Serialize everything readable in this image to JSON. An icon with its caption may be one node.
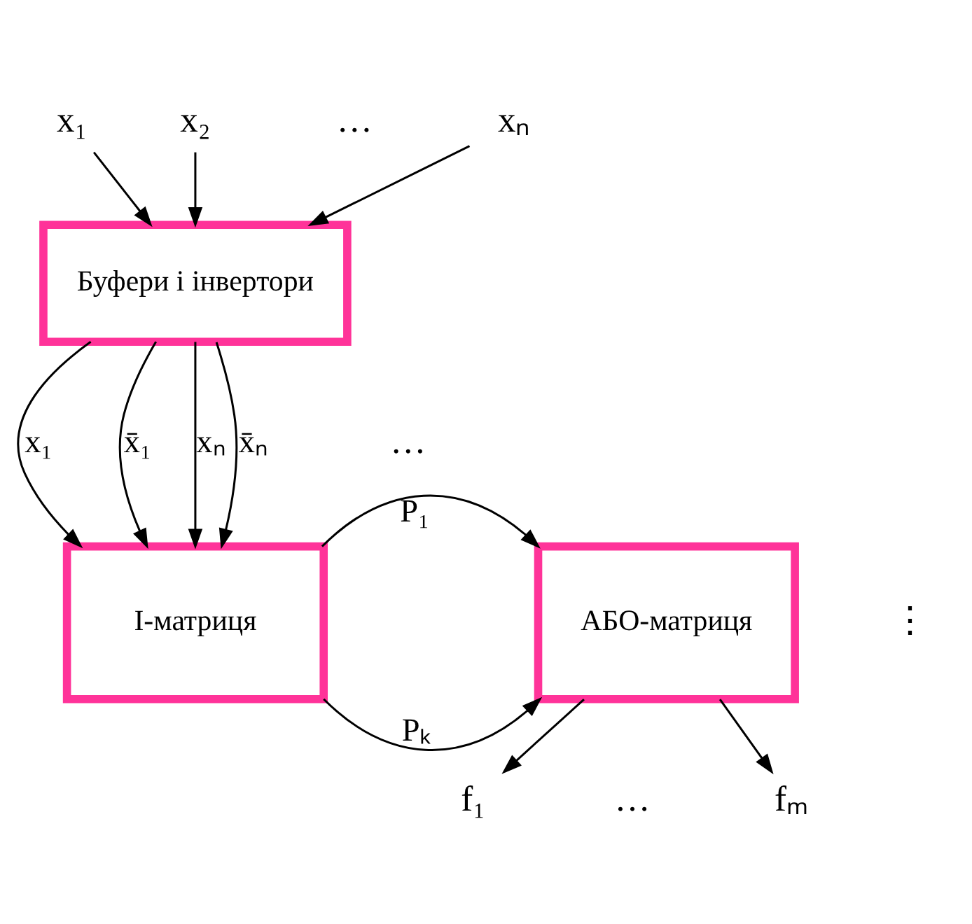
{
  "diagram": {
    "nodes": [
      {
        "text": [
          "x₁"
        ]
      },
      {
        "text": [
          "x₂"
        ]
      },
      {
        "text": [
          "xₙ"
        ]
      },
      {
        "text": [
          "Буфери і інвертори"
        ]
      },
      {
        "text": [
          "І-матриця"
        ]
      },
      {
        "text": [
          "АБО-матриця"
        ]
      },
      {
        "text": [
          "f₁"
        ]
      },
      {
        "text": [
          "fₘ"
        ]
      }
    ],
    "edges": [
      {
        "from": 0,
        "to": 3,
        "arrow": "to"
      },
      {
        "from": 1,
        "to": 3,
        "arrow": "to"
      },
      {
        "from": 2,
        "to": 3,
        "arrow": "to"
      },
      {
        "from": 3,
        "to": 4,
        "arrow": "to",
        "label": "x₁"
      },
      {
        "from": 3,
        "to": 4,
        "arrow": "to",
        "label": "x̄₁"
      },
      {
        "from": 3,
        "to": 4,
        "arrow": "to",
        "label": "xₙ"
      },
      {
        "from": 3,
        "to": 4,
        "arrow": "to",
        "label": "x̄ₙ"
      },
      {
        "from": 4,
        "to": 5,
        "arrow": "to",
        "label": "P₁"
      },
      {
        "from": 4,
        "to": 5,
        "arrow": "to",
        "label": "Pₖ"
      },
      {
        "from": 5,
        "to": 6,
        "arrow": "to"
      },
      {
        "from": 5,
        "to": 7,
        "arrow": "to"
      }
    ],
    "labels": [
      "…",
      "…",
      "⋮",
      "…"
    ]
  }
}
